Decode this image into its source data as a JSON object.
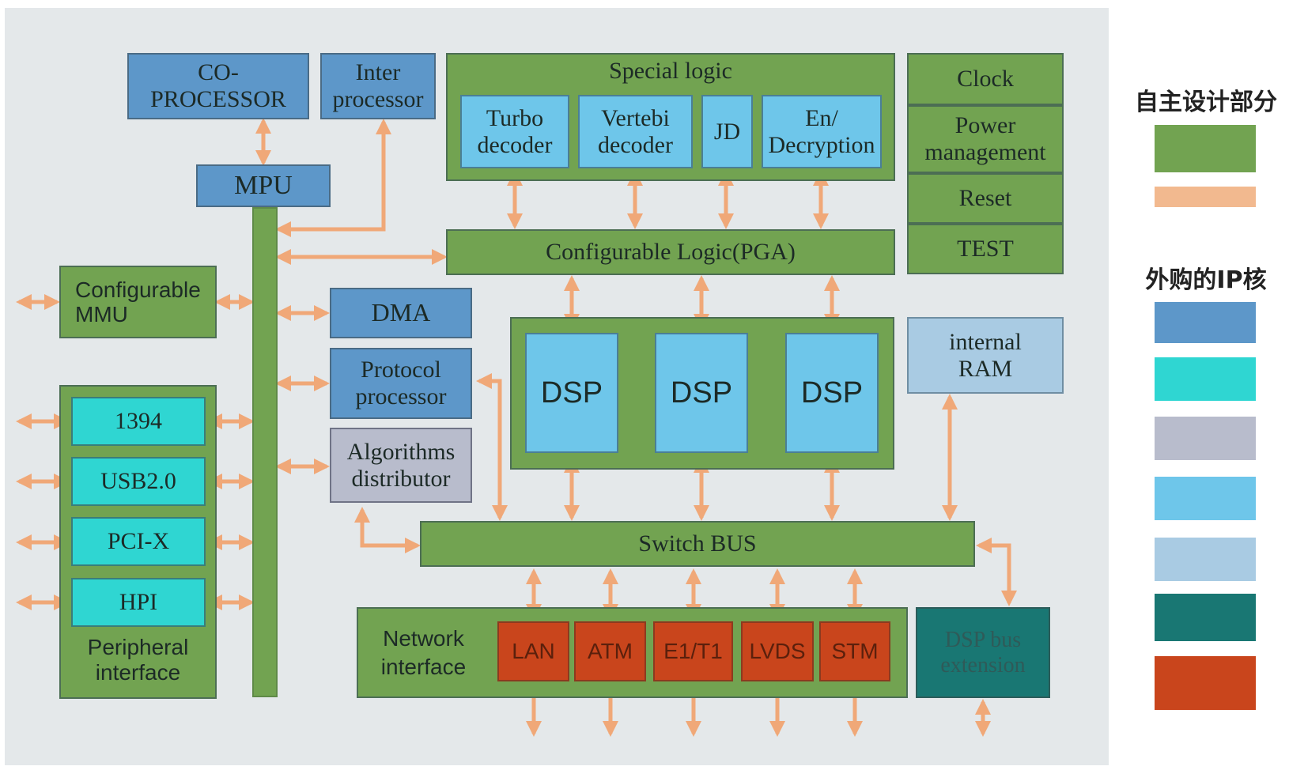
{
  "blocks": {
    "coprocessor": "CO-\nPROCESSOR",
    "inter_processor": "Inter\nprocessor",
    "mpu": "MPU",
    "special_logic": "Special logic",
    "turbo_decoder": "Turbo\ndecoder",
    "vertebi_decoder": "Vertebi\ndecoder",
    "jd": "JD",
    "en_decryption": "En/\nDecryption",
    "clock": "Clock",
    "power_management": "Power\nmanagement",
    "reset": "Reset",
    "test": "TEST",
    "configurable_logic": "Configurable Logic(PGA)",
    "configurable_mmu": "Configurable\nMMU",
    "dma": "DMA",
    "protocol_processor": "Protocol\nprocessor",
    "algorithms_distributor": "Algorithms\ndistributor",
    "dsp1": "DSP",
    "dsp2": "DSP",
    "dsp3": "DSP",
    "internal_ram": "internal\nRAM",
    "p1394": "1394",
    "usb": "USB2.0",
    "pcix": "PCI-X",
    "hpi": "HPI",
    "peripheral_interface": "Peripheral\ninterface",
    "switch_bus": "Switch BUS",
    "network_interface": "Network\ninterface",
    "lan": "LAN",
    "atm": "ATM",
    "e1t1": "E1/T1",
    "lvds": "LVDS",
    "stm": "STM",
    "dsp_bus_extension": "DSP bus\nextension"
  },
  "legend": {
    "self_designed": "自主设计部分",
    "purchased_ip": "外购的IP核"
  },
  "colors": {
    "panel": "#e4e8ea",
    "self_green": "#72a351",
    "self_orange": "#f2b98f",
    "steel_blue": "#5d97c9",
    "cyan": "#2fd6d2",
    "lavender_grey": "#b8bccc",
    "light_blue": "#6ec6ea",
    "pale_blue": "#a9cbe3",
    "teal": "#197773",
    "red_orange": "#c9451c",
    "arrow": "#f0a878"
  }
}
